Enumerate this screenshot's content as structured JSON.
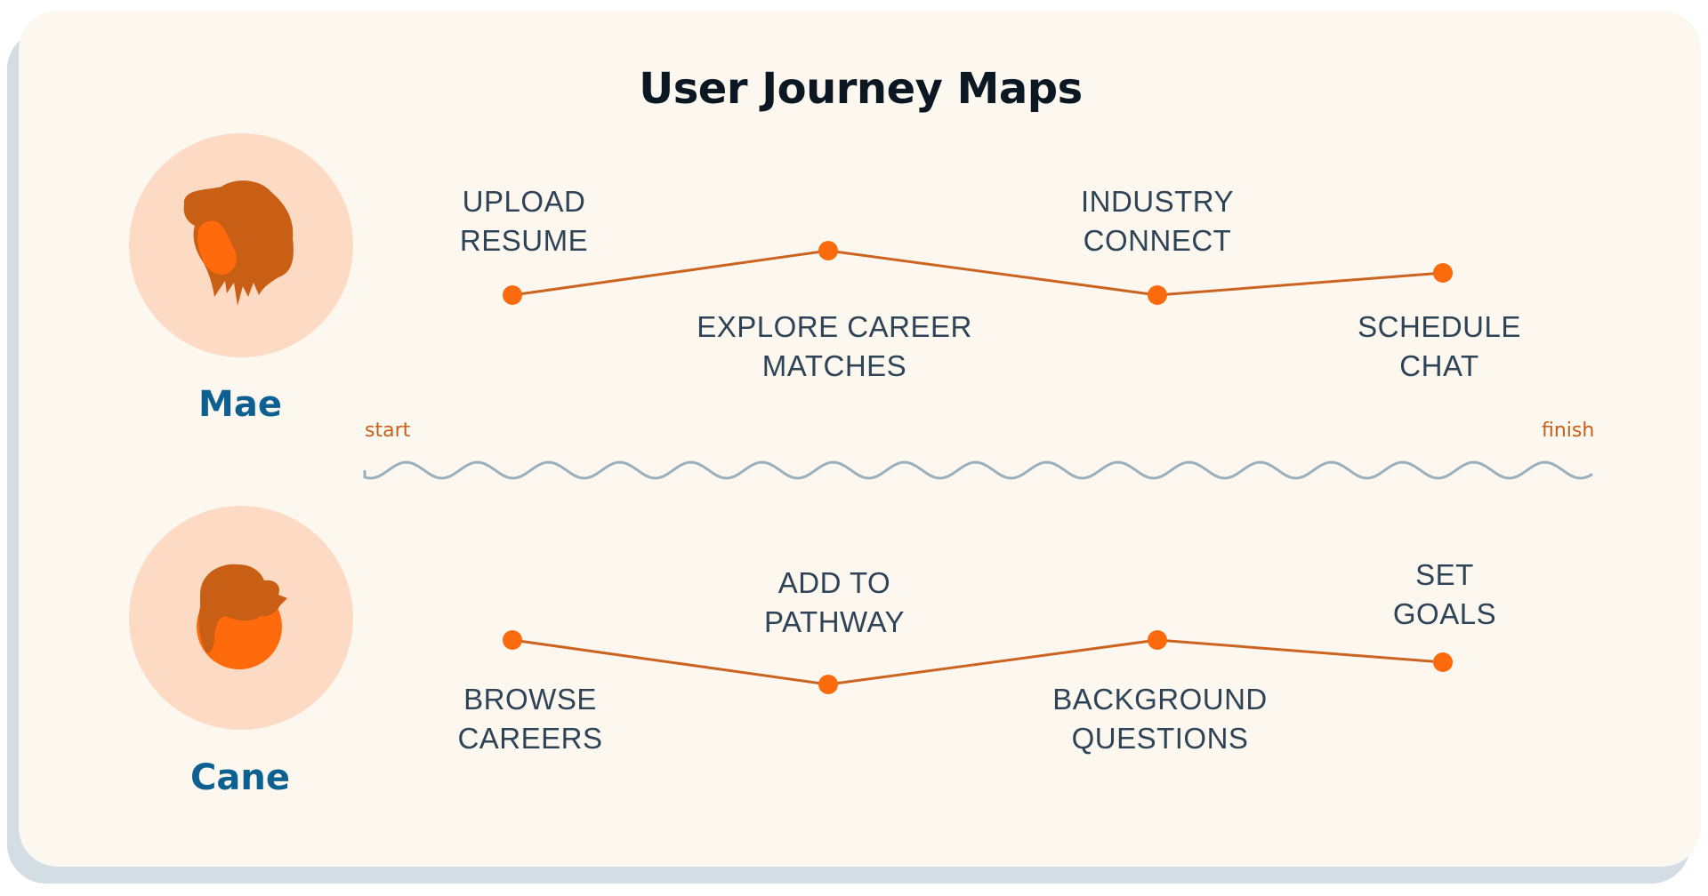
{
  "title": "User Journey Maps",
  "colors": {
    "card": "#fcf7ef",
    "card_shadow": "#d3dde4",
    "avatar_circle": "#fddac4",
    "hair": "#c95f14",
    "face": "#ff6a0d",
    "path_line": "#cb6420",
    "path_dot": "#fb6a0c",
    "wave": "#9bb0bf",
    "name": "#0d6191",
    "step_text": "#2e4356"
  },
  "timeline": {
    "start_label": "start",
    "finish_label": "finish"
  },
  "personas": [
    {
      "name": "Mae",
      "avatar_icon": "woman-long-hair-avatar-icon",
      "steps": [
        {
          "label": "UPLOAD\nRESUME",
          "level": 0
        },
        {
          "label": "EXPLORE CAREER\nMATCHES",
          "level": 1
        },
        {
          "label": "INDUSTRY\nCONNECT",
          "level": 0
        },
        {
          "label": "SCHEDULE\nCHAT",
          "level": 0.5
        }
      ]
    },
    {
      "name": "Cane",
      "avatar_icon": "man-short-hair-avatar-icon",
      "steps": [
        {
          "label": "BROWSE\nCAREERS",
          "level": 1
        },
        {
          "label": "ADD TO\nPATHWAY",
          "level": 0
        },
        {
          "label": "BACKGROUND\nQUESTIONS",
          "level": 1
        },
        {
          "label": "SET\nGOALS",
          "level": 0.5
        }
      ]
    }
  ]
}
